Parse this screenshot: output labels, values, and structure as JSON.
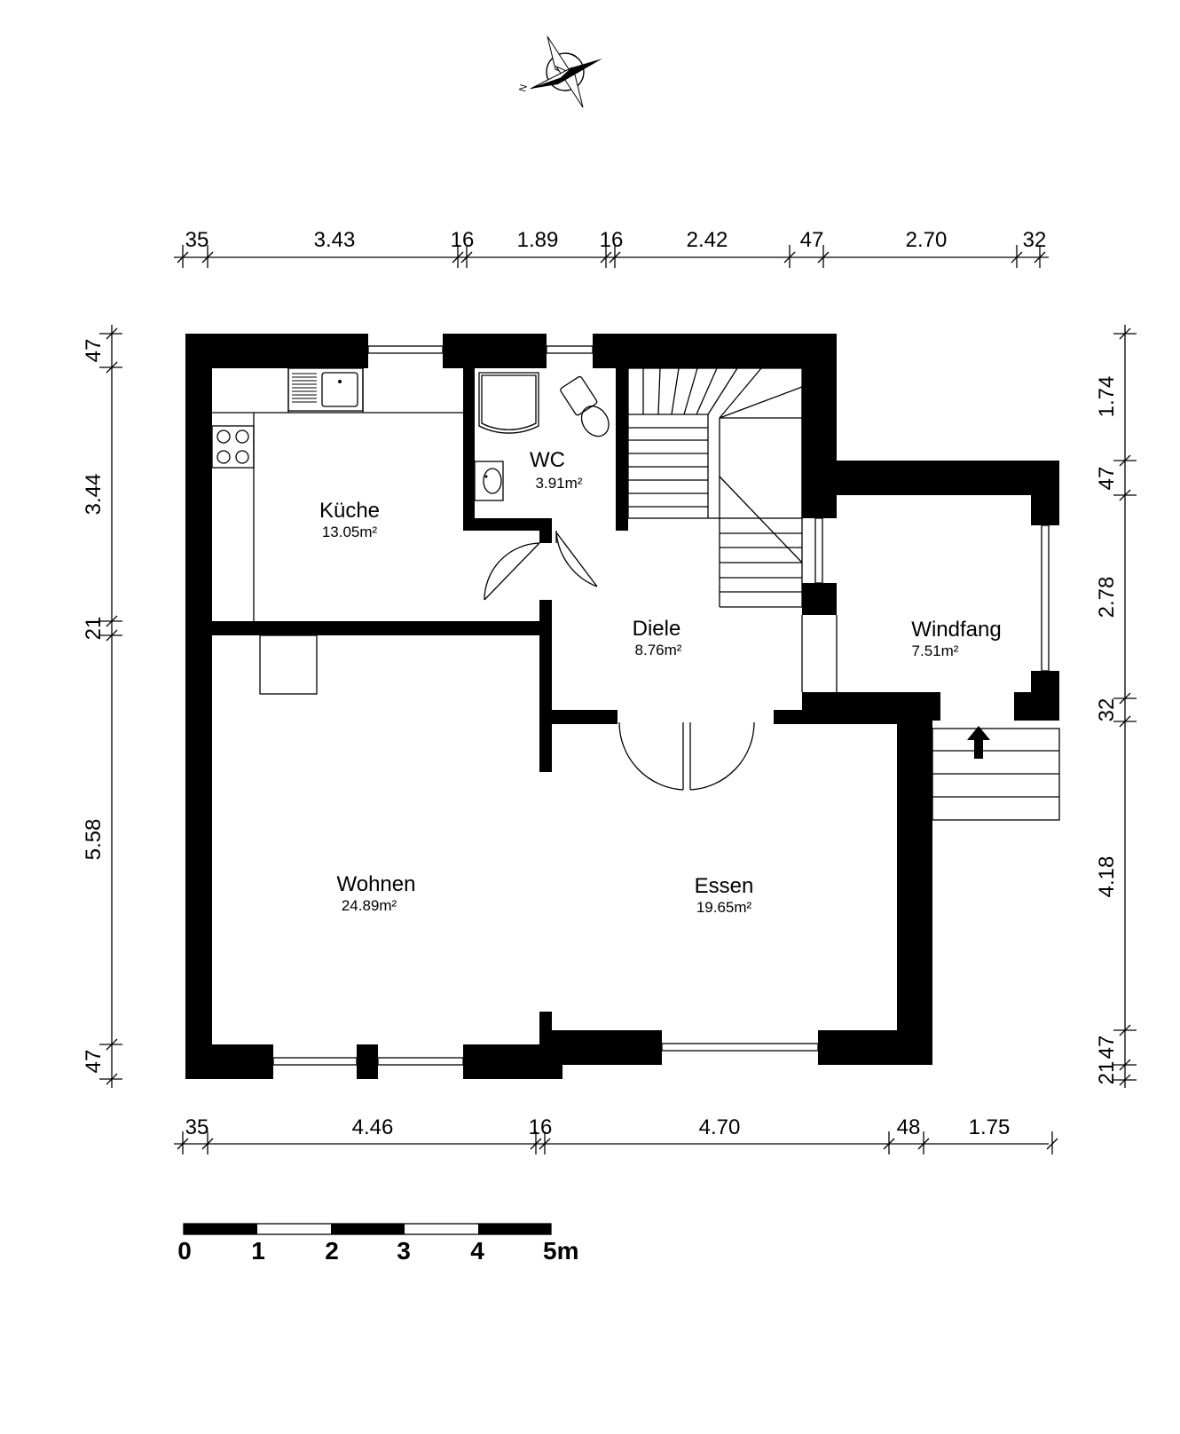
{
  "dimensions": {
    "top": [
      "35",
      "3.43",
      "16",
      "1.89",
      "16",
      "2.42",
      "47",
      "2.70",
      "32"
    ],
    "bottom": [
      "35",
      "4.46",
      "16",
      "4.70",
      "48",
      "1.75"
    ],
    "left": [
      "47",
      "3.44",
      "21",
      "5.58",
      "47"
    ],
    "right": [
      "1.74",
      "47",
      "2.78",
      "32",
      "4.18",
      "47",
      "21"
    ]
  },
  "rooms": {
    "kueche": {
      "name": "Küche",
      "area": "13.05m²"
    },
    "wc": {
      "name": "WC",
      "area": "3.91m²"
    },
    "diele": {
      "name": "Diele",
      "area": "8.76m²"
    },
    "windfang": {
      "name": "Windfang",
      "area": "7.51m²"
    },
    "wohnen": {
      "name": "Wohnen",
      "area": "24.89m²"
    },
    "essen": {
      "name": "Essen",
      "area": "19.65m²"
    }
  },
  "compass": {
    "north_label": "N"
  },
  "scale_bar": {
    "labels": [
      "0",
      "1",
      "2",
      "3",
      "4",
      "5m"
    ]
  }
}
